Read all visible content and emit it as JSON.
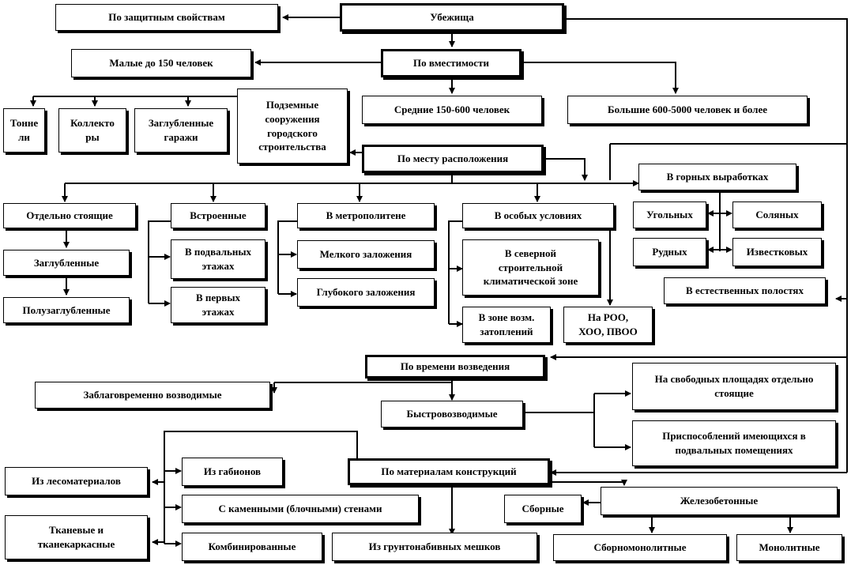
{
  "nodes": {
    "root": "Убежища",
    "by_protection": "По защитным свойствам",
    "by_capacity": "По вместимости",
    "cap_small": "Малые до 150 человек",
    "cap_medium": "Средние 150-600 человек",
    "cap_large": "Большие 600-5000 человек и более",
    "tunnels": "Тонне\nли",
    "collectors": "Коллекто\nры",
    "garages": "Заглубленные\nгаражи",
    "underground": "Подземные\nсооружения\nгородского\nстроительства",
    "by_location": "По месту расположения",
    "mining": "В горных выработках",
    "coal": "Угольных",
    "salt": "Соляных",
    "ore": "Рудных",
    "limestone": "Известковых",
    "natural_cavities": "В естественных полостях",
    "standalone": "Отдельно стоящие",
    "deepened": "Заглубленные",
    "semi_deepened": "Полузаглубленные",
    "built_in": "Встроенные",
    "basement_floors": "В подвальных\nэтажах",
    "first_floors": "В первых\nэтажах",
    "metro": "В метрополитене",
    "shallow": "Мелкого  заложения",
    "deep": "Глубокого  заложения",
    "special": "В особых условиях",
    "northern": "В северной\nстроительной\nклиматической зоне",
    "flood_zone": "В зоне возм.\nзатоплений",
    "roo": "На РОО,\nХОО, ПВОО",
    "by_time": "По времени возведения",
    "advance": "Заблаговременно возводимые",
    "rapid": "Быстровозводимые",
    "free_areas": "На свободных площадях  отдельно\nстоящие",
    "adapted_basements": "Приспособлений имеющихся в\nподвальных помещениях",
    "by_materials": "По материалам конструкций",
    "forest": "Из лесоматериалов",
    "fabric": "Тканевые и\nтканекаркасные",
    "gabions": "Из габионов",
    "stone_walls": "С каменными (блочными) стенами",
    "combined": "Комбинированные",
    "soil_bags": "Из грунтонабивных мешков",
    "precast": "Сборные",
    "reinforced": "Железобетонные",
    "precast_monolithic": "Сборномонолитные",
    "monolithic": "Монолитные"
  }
}
